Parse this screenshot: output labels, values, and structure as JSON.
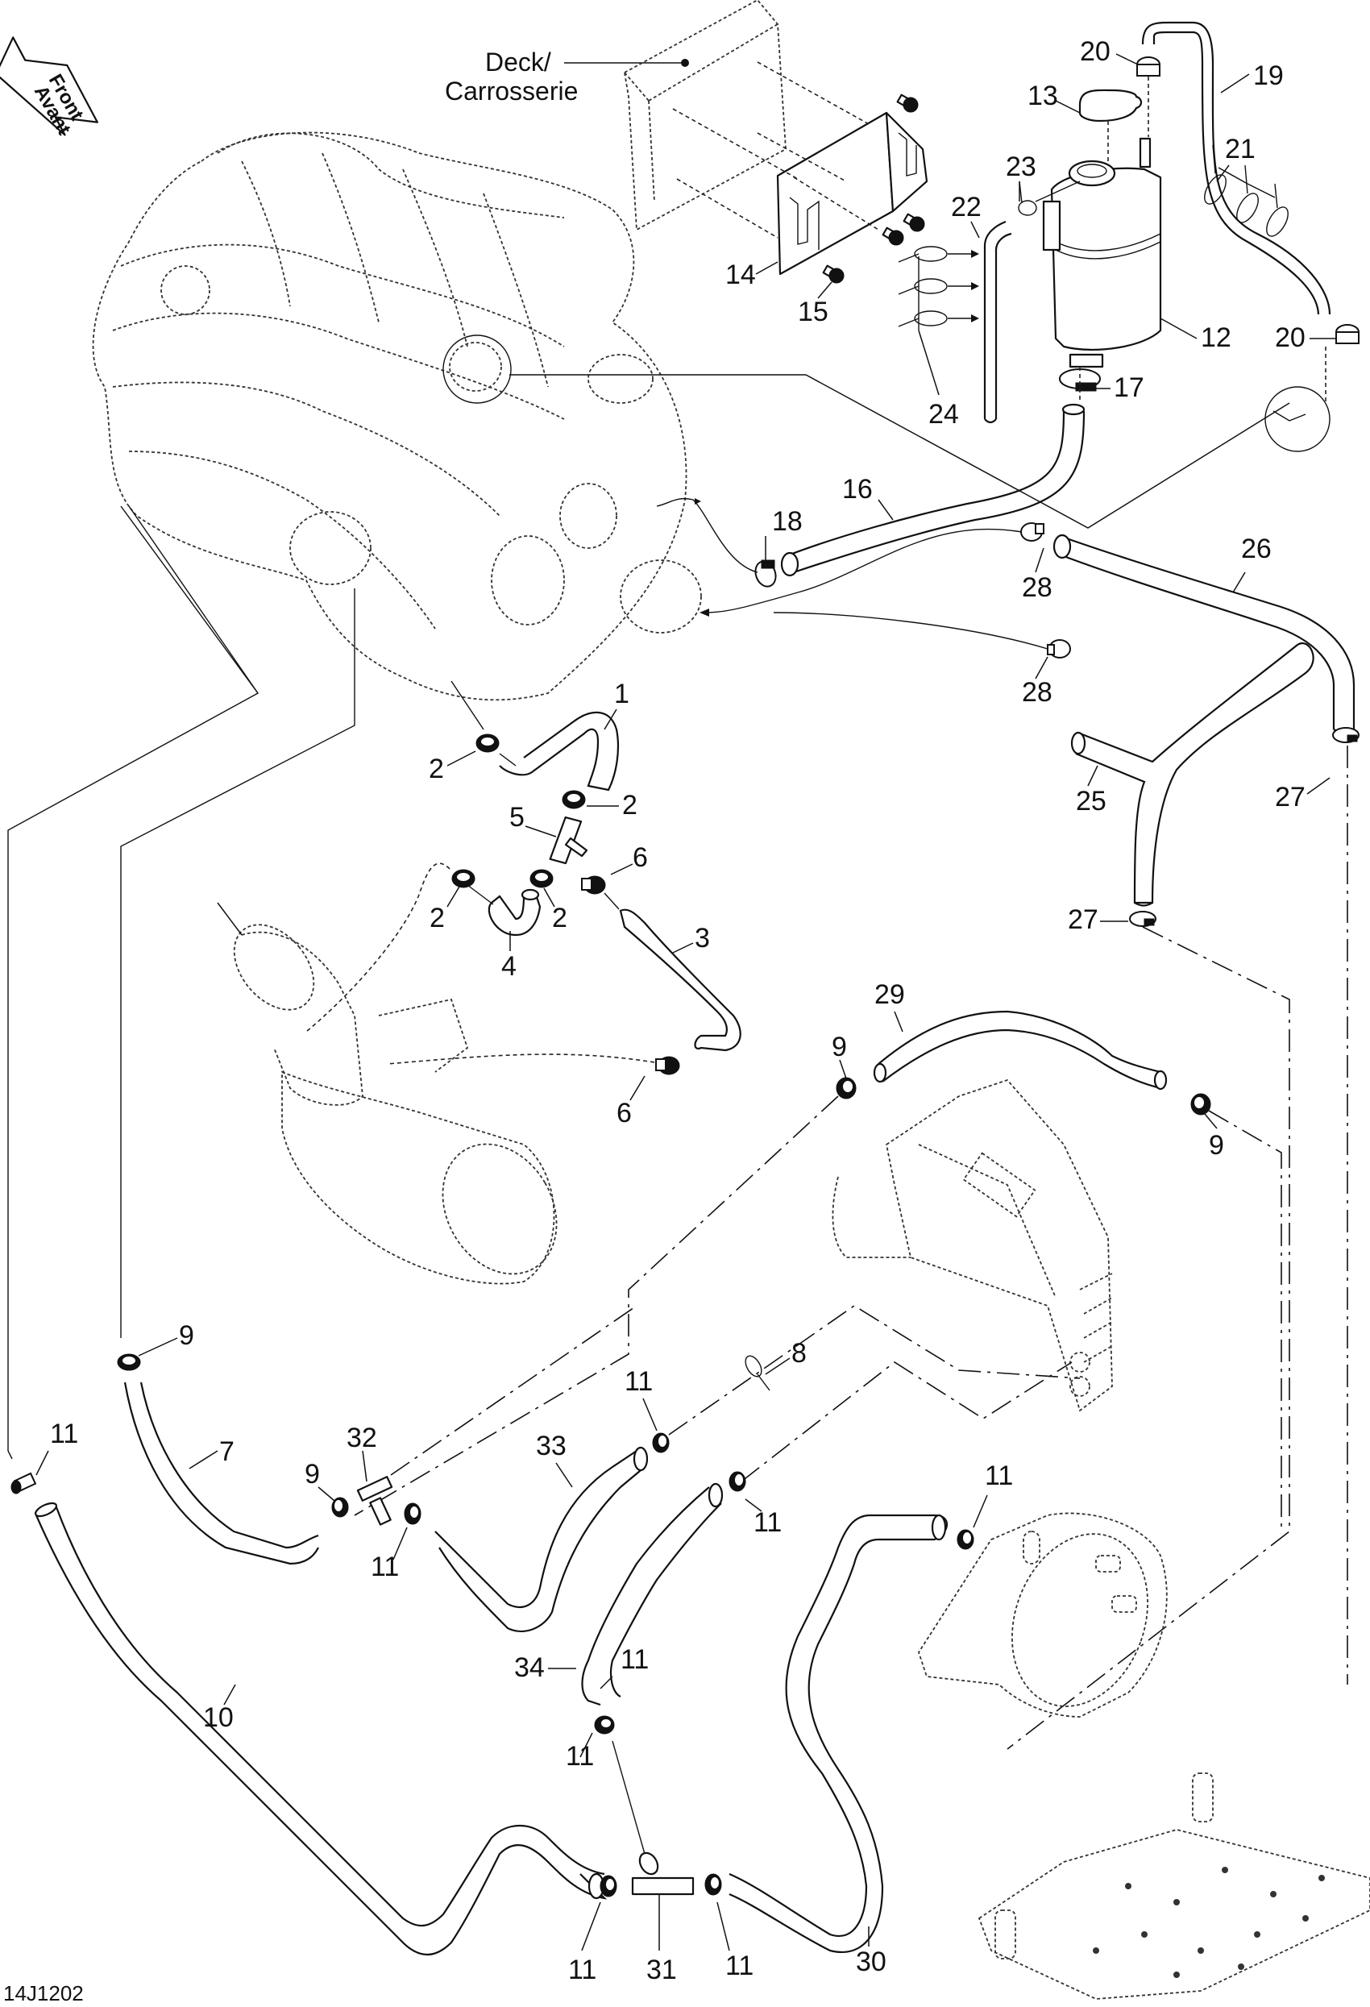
{
  "diagram": {
    "code": "14J1202",
    "front_arrow": {
      "line1": "Front",
      "line2": "Avant"
    },
    "deck_label": {
      "line1": "Deck/",
      "line2": "Carrosserie"
    },
    "callouts": [
      {
        "id": "c1",
        "text": "1"
      },
      {
        "id": "c2a",
        "text": "2"
      },
      {
        "id": "c2b",
        "text": "2"
      },
      {
        "id": "c2c",
        "text": "2"
      },
      {
        "id": "c2d",
        "text": "2"
      },
      {
        "id": "c3",
        "text": "3"
      },
      {
        "id": "c4",
        "text": "4"
      },
      {
        "id": "c5",
        "text": "5"
      },
      {
        "id": "c6a",
        "text": "6"
      },
      {
        "id": "c6b",
        "text": "6"
      },
      {
        "id": "c7",
        "text": "7"
      },
      {
        "id": "c8",
        "text": "8"
      },
      {
        "id": "c9a",
        "text": "9"
      },
      {
        "id": "c9b",
        "text": "9"
      },
      {
        "id": "c9c",
        "text": "9"
      },
      {
        "id": "c9d",
        "text": "9"
      },
      {
        "id": "c10",
        "text": "10"
      },
      {
        "id": "c11a",
        "text": "11"
      },
      {
        "id": "c11b",
        "text": "11"
      },
      {
        "id": "c11c",
        "text": "11"
      },
      {
        "id": "c11d",
        "text": "11"
      },
      {
        "id": "c11e",
        "text": "11"
      },
      {
        "id": "c11f",
        "text": "11"
      },
      {
        "id": "c11g",
        "text": "11"
      },
      {
        "id": "c11h",
        "text": "11"
      },
      {
        "id": "c11i",
        "text": "11"
      },
      {
        "id": "c12",
        "text": "12"
      },
      {
        "id": "c13",
        "text": "13"
      },
      {
        "id": "c14",
        "text": "14"
      },
      {
        "id": "c15",
        "text": "15"
      },
      {
        "id": "c16",
        "text": "16"
      },
      {
        "id": "c17",
        "text": "17"
      },
      {
        "id": "c18",
        "text": "18"
      },
      {
        "id": "c19",
        "text": "19"
      },
      {
        "id": "c20a",
        "text": "20"
      },
      {
        "id": "c20b",
        "text": "20"
      },
      {
        "id": "c21",
        "text": "21"
      },
      {
        "id": "c22",
        "text": "22"
      },
      {
        "id": "c23",
        "text": "23"
      },
      {
        "id": "c24",
        "text": "24"
      },
      {
        "id": "c25",
        "text": "25"
      },
      {
        "id": "c26",
        "text": "26"
      },
      {
        "id": "c27a",
        "text": "27"
      },
      {
        "id": "c27b",
        "text": "27"
      },
      {
        "id": "c28a",
        "text": "28"
      },
      {
        "id": "c28b",
        "text": "28"
      },
      {
        "id": "c29",
        "text": "29"
      },
      {
        "id": "c30",
        "text": "30"
      },
      {
        "id": "c31",
        "text": "31"
      },
      {
        "id": "c32",
        "text": "32"
      },
      {
        "id": "c33",
        "text": "33"
      },
      {
        "id": "c34",
        "text": "34"
      }
    ]
  }
}
